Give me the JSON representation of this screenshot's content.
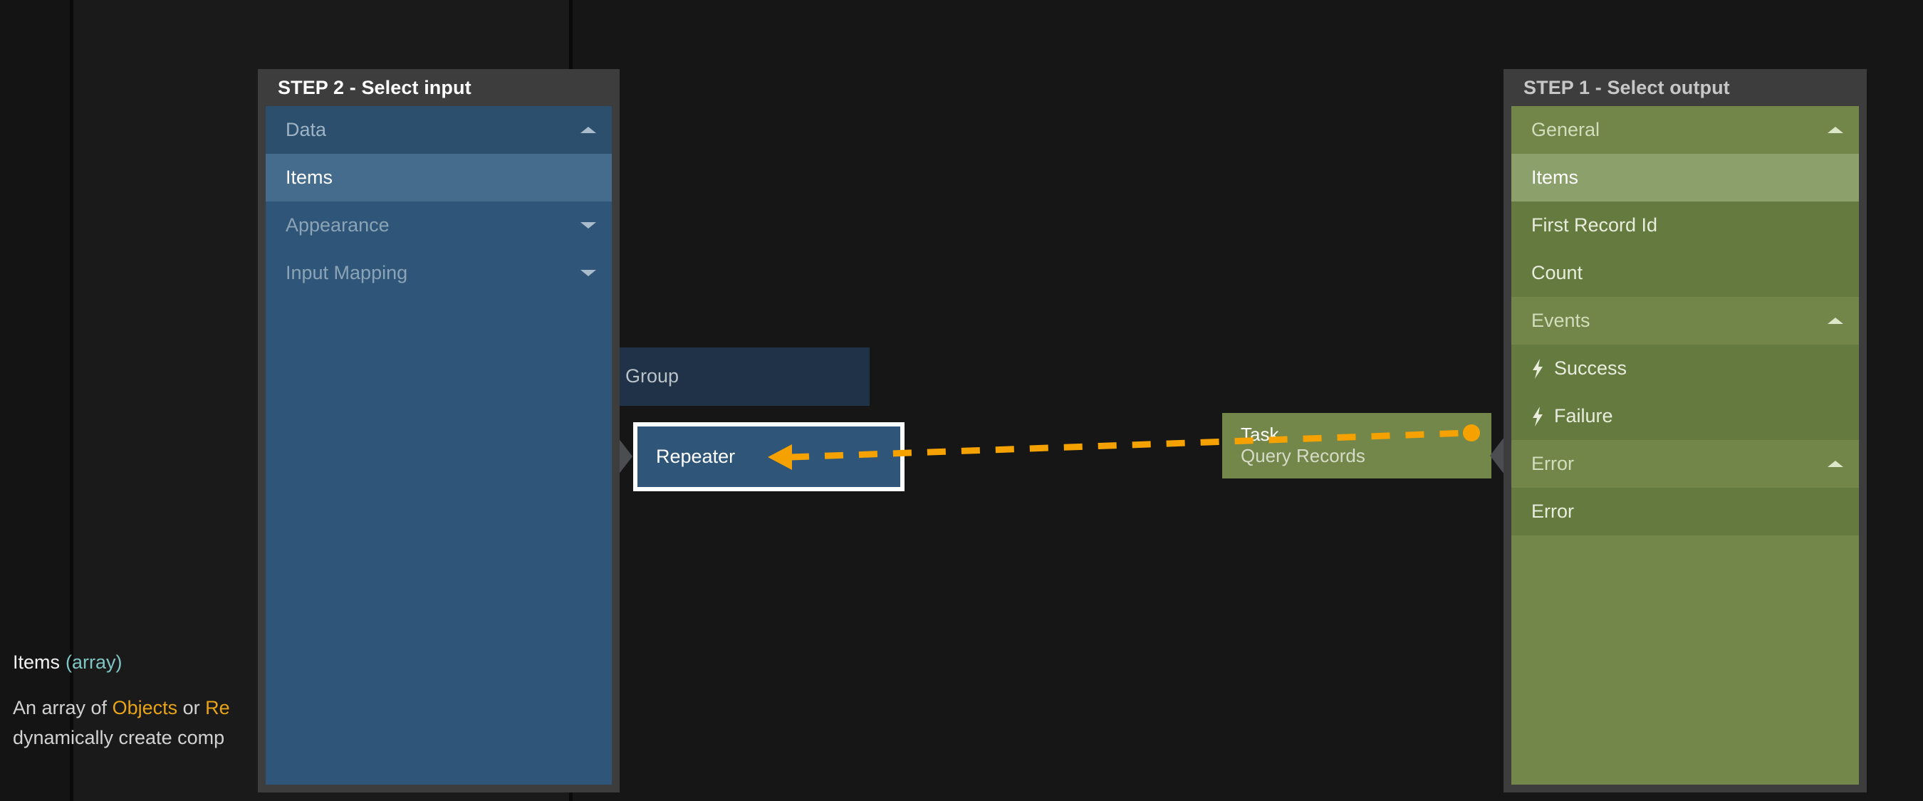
{
  "canvas": {
    "nodes": [
      {
        "id": "group",
        "label": "Group",
        "type": "group-container"
      },
      {
        "id": "repeater",
        "label": "Repeater",
        "type": "repeater",
        "selected": true
      },
      {
        "id": "task",
        "label": "Task",
        "sublabel": "Query Records",
        "type": "task"
      }
    ],
    "connector": {
      "style": "dashed",
      "color": "#f5a200",
      "from": "task-output",
      "to": "repeater-input",
      "arrow_head": "left",
      "endpoint_dot": true
    }
  },
  "input_panel": {
    "title": "STEP 2 - Select input",
    "sections": [
      {
        "label": "Data",
        "expanded": true,
        "caret": "chevron-up-icon",
        "items": [
          {
            "label": "Items",
            "selected": true
          }
        ]
      },
      {
        "label": "Appearance",
        "expanded": false,
        "caret": "chevron-down-icon",
        "items": []
      },
      {
        "label": "Input Mapping",
        "expanded": false,
        "caret": "chevron-down-icon",
        "items": []
      }
    ]
  },
  "output_panel": {
    "title": "STEP 1 - Select output",
    "sections": [
      {
        "label": "General",
        "expanded": true,
        "caret": "chevron-up-icon",
        "items": [
          {
            "label": "Items",
            "selected": true
          },
          {
            "label": "First Record Id",
            "selected": false
          },
          {
            "label": "Count",
            "selected": false
          }
        ]
      },
      {
        "label": "Events",
        "expanded": true,
        "caret": "chevron-up-icon",
        "items": [
          {
            "label": "Success",
            "icon": "bolt-icon",
            "selected": false
          },
          {
            "label": "Failure",
            "icon": "bolt-icon",
            "selected": false
          }
        ]
      },
      {
        "label": "Error",
        "expanded": true,
        "caret": "chevron-up-icon",
        "items": [
          {
            "label": "Error",
            "selected": false
          }
        ]
      }
    ]
  },
  "doc_tooltip": {
    "name": "Items",
    "type": "(array)",
    "body_part_1": "An array of ",
    "body_link_1": "Objects",
    "body_part_2": " or ",
    "body_link_2": "Re",
    "body_part_3": "dynamically create comp"
  },
  "colors": {
    "panel_header_bg": "#3d3d3d",
    "input_panel_accent": "#2f5678",
    "output_panel_accent": "#74874a",
    "connector_orange": "#f5a200",
    "doc_type_teal": "#7fc5c4",
    "doc_link_amber": "#e8a317",
    "canvas_bg": "#1a1a1a"
  }
}
